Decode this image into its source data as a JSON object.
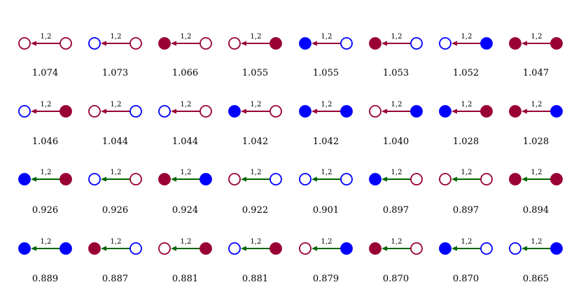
{
  "colors": {
    "maroon": "#990033",
    "blue": "#0000ff",
    "red_edge": "#990033",
    "green_edge": "#006600",
    "text": "#000000"
  },
  "edge_label": "1,2",
  "panels": [
    {
      "left": "hollow-maroon",
      "right": "hollow-maroon",
      "edge": "red",
      "value": "1.074"
    },
    {
      "left": "hollow-blue",
      "right": "hollow-maroon",
      "edge": "red",
      "value": "1.073"
    },
    {
      "left": "filled-maroon",
      "right": "hollow-maroon",
      "edge": "red",
      "value": "1.066"
    },
    {
      "left": "hollow-maroon",
      "right": "filled-maroon",
      "edge": "red",
      "value": "1.055"
    },
    {
      "left": "filled-blue",
      "right": "hollow-blue",
      "edge": "red",
      "value": "1.055"
    },
    {
      "left": "filled-maroon",
      "right": "hollow-blue",
      "edge": "red",
      "value": "1.053"
    },
    {
      "left": "hollow-blue",
      "right": "filled-blue",
      "edge": "red",
      "value": "1.052"
    },
    {
      "left": "filled-maroon",
      "right": "filled-maroon",
      "edge": "red",
      "value": "1.047"
    },
    {
      "left": "hollow-blue",
      "right": "filled-maroon",
      "edge": "red",
      "value": "1.046"
    },
    {
      "left": "hollow-maroon",
      "right": "hollow-blue",
      "edge": "red",
      "value": "1.044"
    },
    {
      "left": "hollow-blue",
      "right": "hollow-maroon",
      "edge": "red",
      "value": "1.044"
    },
    {
      "left": "filled-blue",
      "right": "hollow-maroon",
      "edge": "red",
      "value": "1.042"
    },
    {
      "left": "filled-blue",
      "right": "filled-blue",
      "edge": "red",
      "value": "1.042"
    },
    {
      "left": "hollow-maroon",
      "right": "filled-blue",
      "edge": "red",
      "value": "1.040"
    },
    {
      "left": "filled-blue",
      "right": "filled-maroon",
      "edge": "red",
      "value": "1.028"
    },
    {
      "left": "filled-maroon",
      "right": "filled-blue",
      "edge": "red",
      "value": "1.028"
    },
    {
      "left": "filled-blue",
      "right": "filled-maroon",
      "edge": "green",
      "value": "0.926"
    },
    {
      "left": "hollow-blue",
      "right": "hollow-maroon",
      "edge": "green",
      "value": "0.926"
    },
    {
      "left": "filled-maroon",
      "right": "filled-blue",
      "edge": "green",
      "value": "0.924"
    },
    {
      "left": "hollow-maroon",
      "right": "hollow-blue",
      "edge": "green",
      "value": "0.922"
    },
    {
      "left": "hollow-blue",
      "right": "hollow-blue",
      "edge": "green",
      "value": "0.901"
    },
    {
      "left": "filled-blue",
      "right": "hollow-maroon",
      "edge": "green",
      "value": "0.897"
    },
    {
      "left": "hollow-maroon",
      "right": "hollow-maroon",
      "edge": "green",
      "value": "0.897"
    },
    {
      "left": "filled-maroon",
      "right": "filled-maroon",
      "edge": "green",
      "value": "0.894"
    },
    {
      "left": "filled-blue",
      "right": "filled-blue",
      "edge": "green",
      "value": "0.889"
    },
    {
      "left": "filled-maroon",
      "right": "hollow-blue",
      "edge": "green",
      "value": "0.887"
    },
    {
      "left": "hollow-maroon",
      "right": "filled-maroon",
      "edge": "green",
      "value": "0.881"
    },
    {
      "left": "hollow-blue",
      "right": "filled-maroon",
      "edge": "green",
      "value": "0.881"
    },
    {
      "left": "hollow-maroon",
      "right": "filled-blue",
      "edge": "green",
      "value": "0.879"
    },
    {
      "left": "filled-maroon",
      "right": "hollow-maroon",
      "edge": "green",
      "value": "0.870"
    },
    {
      "left": "filled-blue",
      "right": "hollow-blue",
      "edge": "green",
      "value": "0.870"
    },
    {
      "left": "hollow-blue",
      "right": "filled-blue",
      "edge": "green",
      "value": "0.865"
    }
  ]
}
